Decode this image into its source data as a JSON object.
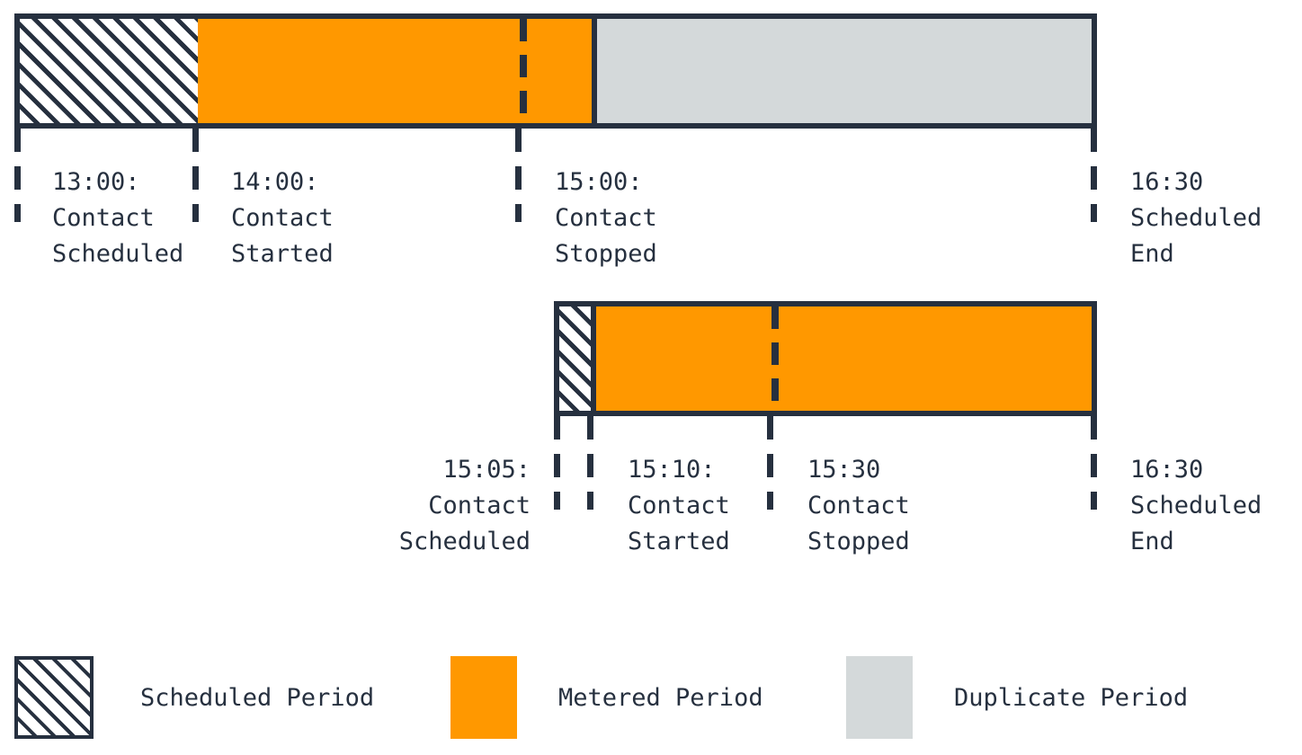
{
  "diagram": {
    "type": "timeline",
    "colors": {
      "outline": "#26303F",
      "metered": "#FF9800",
      "duplicate": "#D4D9DA",
      "scheduled_hatch_bg": "#FFFFFF",
      "background": "#FFFFFF"
    }
  },
  "timelines": [
    {
      "id": "original-contact",
      "segments": [
        {
          "kind": "scheduled",
          "label": "Scheduled Period"
        },
        {
          "kind": "metered",
          "label": "Metered Period"
        },
        {
          "kind": "duplicate",
          "label": "Duplicate Period"
        }
      ],
      "markers": [
        {
          "time": "13:00:",
          "event_line1": "Contact",
          "event_line2": "Scheduled",
          "align": "left"
        },
        {
          "time": "14:00:",
          "event_line1": "Contact",
          "event_line2": "Started",
          "align": "left"
        },
        {
          "time": "15:00:",
          "event_line1": "Contact",
          "event_line2": "Stopped",
          "align": "left"
        },
        {
          "time": "16:30",
          "event_line1": "Scheduled",
          "event_line2": "End",
          "align": "left"
        }
      ]
    },
    {
      "id": "duplicate-contact",
      "segments": [
        {
          "kind": "scheduled",
          "label": "Scheduled Period"
        },
        {
          "kind": "metered",
          "label": "Metered Period"
        }
      ],
      "markers": [
        {
          "time": "15:05:",
          "event_line1": "Contact",
          "event_line2": "Scheduled",
          "align": "right"
        },
        {
          "time": "15:10:",
          "event_line1": "Contact",
          "event_line2": "Started",
          "align": "left"
        },
        {
          "time": "15:30",
          "event_line1": "Contact",
          "event_line2": "Stopped",
          "align": "left"
        },
        {
          "time": "16:30",
          "event_line1": "Scheduled",
          "event_line2": "End",
          "align": "left"
        }
      ]
    }
  ],
  "labels": {
    "t1_m1": "13:00:\nContact\nScheduled",
    "t1_m2": "14:00:\nContact\nStarted",
    "t1_m3": "15:00:\nContact\nStopped",
    "t1_m4": "16:30\nScheduled\nEnd",
    "t2_m1": "15:05:\nContact\nScheduled",
    "t2_m2": "15:10:\nContact\nStarted",
    "t2_m3": "15:30\nContact\nStopped",
    "t2_m4": "16:30\nScheduled\nEnd"
  },
  "legend": {
    "items": [
      {
        "swatch": "hatched",
        "label": "Scheduled Period"
      },
      {
        "swatch": "orange-solid",
        "label": "Metered Period"
      },
      {
        "swatch": "grey-solid",
        "label": "Duplicate Period"
      }
    ]
  }
}
